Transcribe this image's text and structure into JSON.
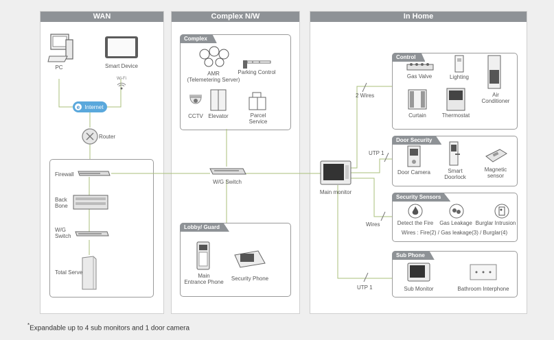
{
  "panels": {
    "wan": "WAN",
    "complex_nw": "Complex N/W",
    "in_home": "In Home"
  },
  "wan": {
    "pc": "PC",
    "smart_device": "Smart Device",
    "wifi": "Wi-Fi",
    "internet": "Internet",
    "router": "Router",
    "firewall": "Firewall",
    "backbone": "Back\nBone",
    "wg_switch": "W/G\nSwitch",
    "total_server": "Total Server"
  },
  "complex": {
    "tab": "Complex",
    "amr": "AMR\n(Telemetering Server)",
    "parking": "Parking Control",
    "cctv": "CCTV",
    "elevator": "Elevator",
    "parcel": "Parcel\nService",
    "wg_switch": "W/G Switch"
  },
  "lobby": {
    "tab": "Lobby/ Guard",
    "main_entrance": "Main\nEntrance Phone",
    "security_phone": "Security Phone"
  },
  "home": {
    "main_monitor": "Main monitor",
    "wires2": "2 Wires",
    "utp1_top": "UTP 1",
    "wires": "Wires",
    "utp1_bottom": "UTP 1"
  },
  "control": {
    "tab": "Control",
    "gas_valve": "Gas Valve",
    "lighting": "Lighting",
    "air_conditioner": "Air\nConditioner",
    "curtain": "Curtain",
    "thermostat": "Thermostat"
  },
  "door_security": {
    "tab": "Door Security",
    "door_camera": "Door Camera",
    "smart_doorlock": "Smart\nDoorlock",
    "magnetic_sensor": "Magnetic\nsensor"
  },
  "security_sensors": {
    "tab": "Security Sensors",
    "fire": "Detect the Fire",
    "gas_leakage": "Gas Leakage",
    "burglar": "Burglar Intrusion",
    "wires_note": "Wires : Fire(2) / Gas leakage(3) / Burglar(4)"
  },
  "sub_phone": {
    "tab": "Sub Phone",
    "sub_monitor": "Sub Monitor",
    "bathroom": "Bathroom Interphone"
  },
  "footnote": {
    "star": "*",
    "text": "Expandable up to 4  sub monitors and 1 door camera"
  }
}
